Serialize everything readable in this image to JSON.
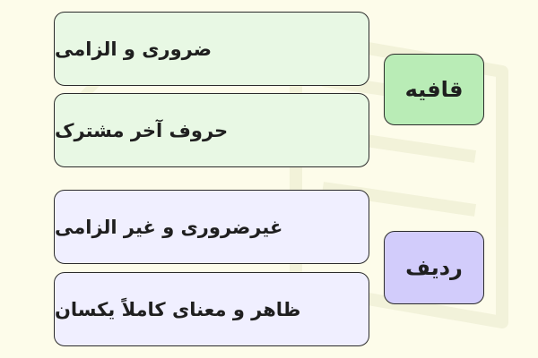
{
  "groups": [
    {
      "label": "قافیه",
      "color": "#b9ecb6",
      "items": [
        "ضروری و الزامی",
        "حروف آخر مشترک"
      ]
    },
    {
      "label": "ردیف",
      "color": "#d2ccfb",
      "items": [
        "غیرضروری و غیر الزامی",
        "ظاهر و معنای کاملاً یکسان"
      ]
    }
  ]
}
